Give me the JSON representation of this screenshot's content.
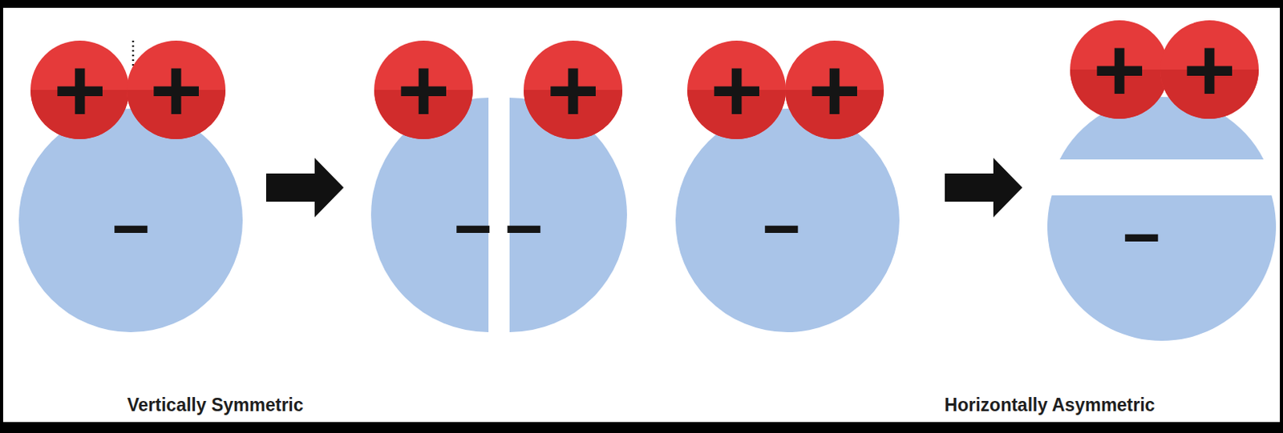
{
  "diagram": {
    "nodes": [
      {
        "text": [
          "+"
        ]
      },
      {
        "text": [
          "+"
        ]
      },
      {
        "text": [
          "−"
        ]
      },
      {
        "text": [
          "+"
        ]
      },
      {
        "text": [
          "+"
        ]
      },
      {
        "text": [
          "−"
        ]
      },
      {
        "text": [
          "−"
        ]
      },
      {
        "text": [
          "+"
        ]
      },
      {
        "text": [
          "+"
        ]
      },
      {
        "text": [
          "−"
        ]
      },
      {
        "text": [
          "+"
        ]
      },
      {
        "text": [
          "+"
        ]
      },
      {
        "text": [
          "−"
        ]
      }
    ],
    "labels": [
      "Vertically Symmetric",
      "Horizontally Asymmetric"
    ]
  }
}
